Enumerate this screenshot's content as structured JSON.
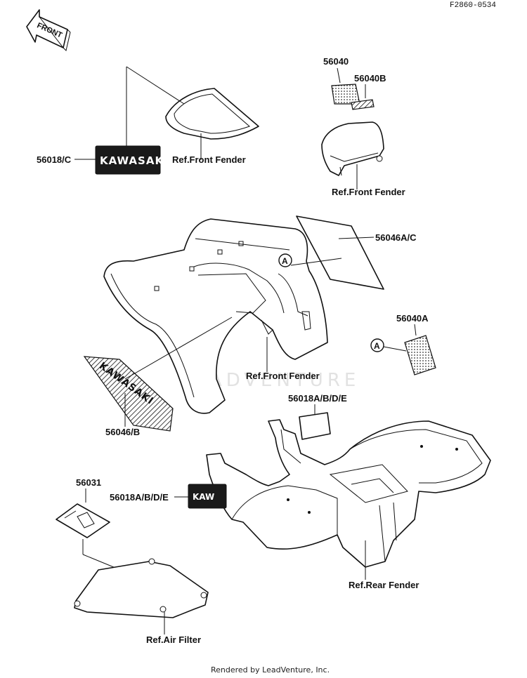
{
  "header": {
    "code": "F2860-0534"
  },
  "arrow_label": "FRONT",
  "callouts": {
    "p56040": "56040",
    "p56040B": "56040B",
    "p56018C": "56018/C",
    "ref_front_fender_1": "Ref.Front Fender",
    "ref_front_fender_2": "Ref.Front Fender",
    "p56046AC": "56046A/C",
    "p56040A": "56040A",
    "circle_a_1": "A",
    "circle_a_2": "A",
    "ref_front_fender_3": "Ref.Front Fender",
    "p56018ABDE_1": "56018A/B/D/E",
    "p56046B": "56046/B",
    "p56031": "56031",
    "p56018ABDE_2": "56018A/B/D/E",
    "ref_rear_fender": "Ref.Rear Fender",
    "ref_air_filter": "Ref.Air Filter"
  },
  "decal_text": {
    "d56018C": "KAWASAKI",
    "d56046B": "KAWASAKI",
    "d56018ABDE": "KAW"
  },
  "watermark": "LEADVENTURE",
  "footer": {
    "credit": "Rendered by LeadVenture, Inc."
  }
}
